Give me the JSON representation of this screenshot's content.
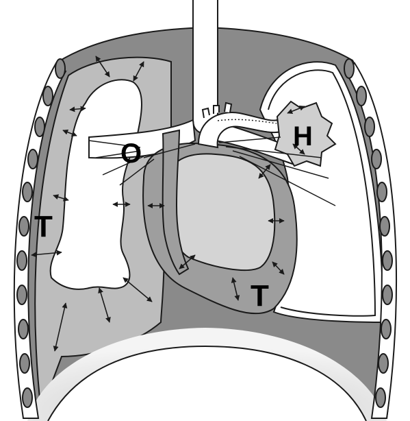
{
  "labels": {
    "obstruction": "O",
    "tension_right": "T",
    "hernia": "H",
    "tension_left": "T"
  },
  "colors": {
    "dark": "#8a8a8a",
    "medium": "#b9b9b9",
    "light": "#dedede",
    "outline": "#1a1a1a",
    "background": "#ffffff"
  },
  "icons": [
    "double-arrow-icon",
    "rib-icon"
  ]
}
